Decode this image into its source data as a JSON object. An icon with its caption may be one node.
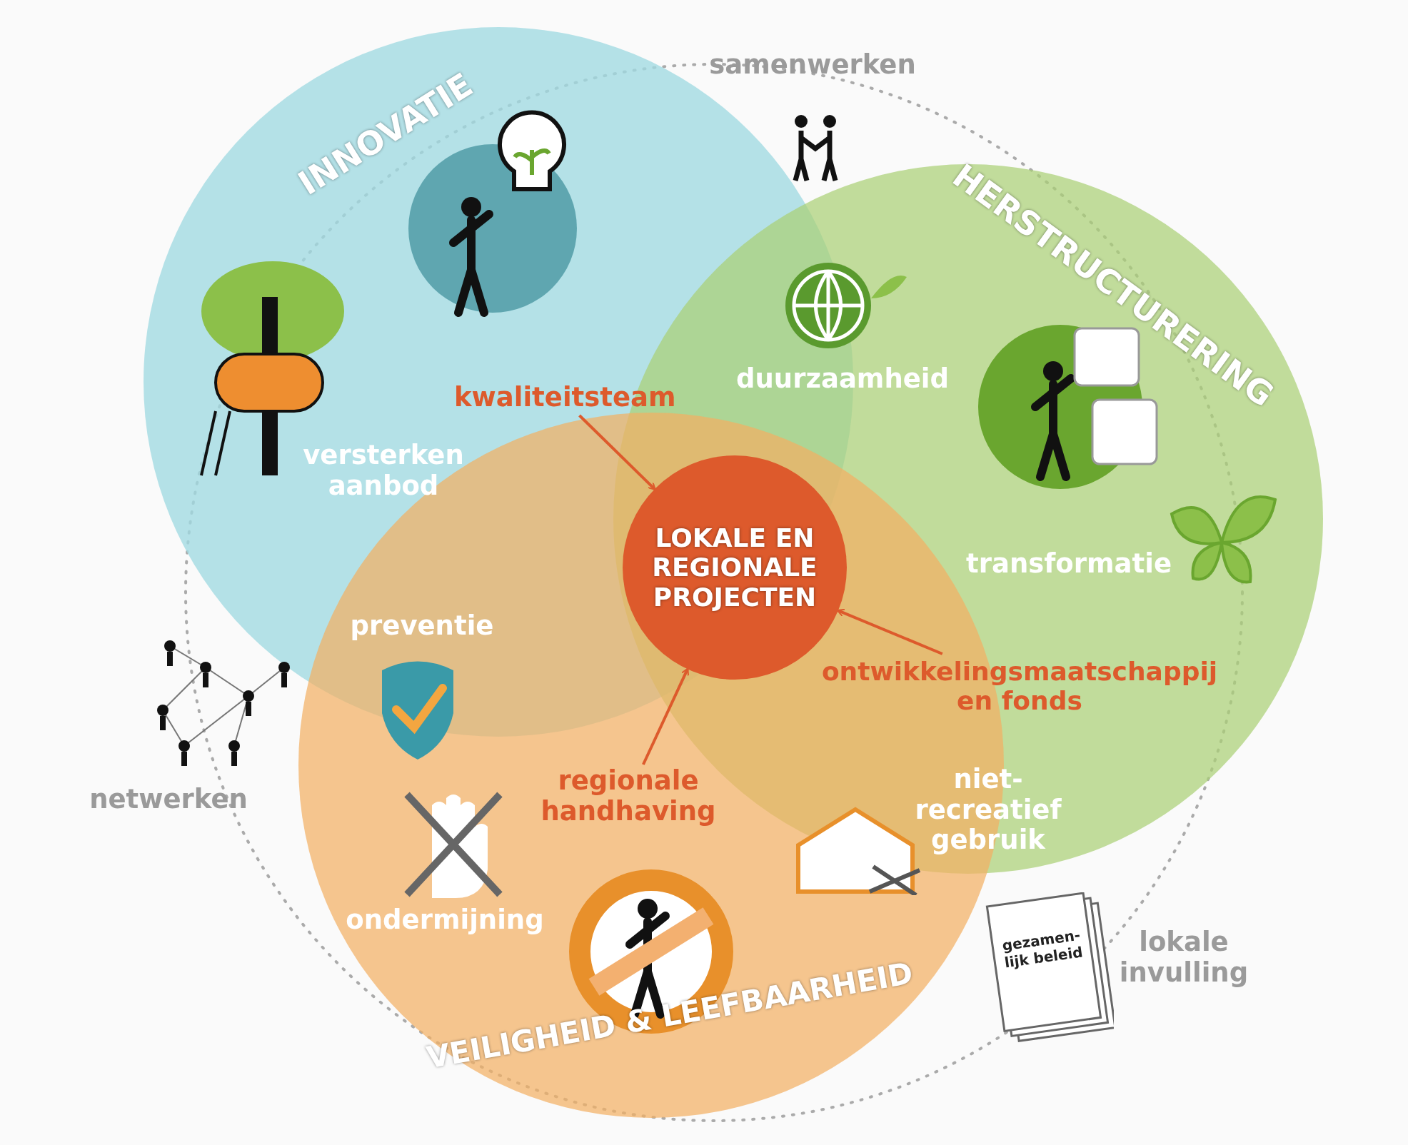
{
  "diagram": {
    "nodes": [
      {
        "text": [
          "INNOVATIE"
        ]
      },
      {
        "text": [
          "HERSTRUCTURERING"
        ]
      },
      {
        "text": [
          "VEILIGHEID & LEEFBAARHEID"
        ]
      },
      {
        "text": [
          "LOKALE EN REGIONALE PROJECTEN"
        ]
      },
      {
        "text": [
          "kwaliteitsteam"
        ],
        "in": 0
      },
      {
        "text": [
          "ontwikkelingsmaatschappij en fonds"
        ],
        "in": 1
      },
      {
        "text": [
          "regionale handhaving"
        ],
        "in": 2
      },
      {
        "text": [
          "gezamen- lijk beleid"
        ]
      }
    ],
    "edges": [
      {
        "from": 4,
        "to": 3,
        "arrow": "to"
      },
      {
        "from": 5,
        "to": 3,
        "arrow": "to"
      },
      {
        "from": 6,
        "to": 3,
        "arrow": "to"
      }
    ],
    "labels": [
      "samenwerken",
      "versterken aanbod",
      "duurzaamheid",
      "transformatie",
      "preventie",
      "netwerken",
      "ondermijning",
      "niet-recreatief gebruik",
      "lokale invulling"
    ]
  }
}
